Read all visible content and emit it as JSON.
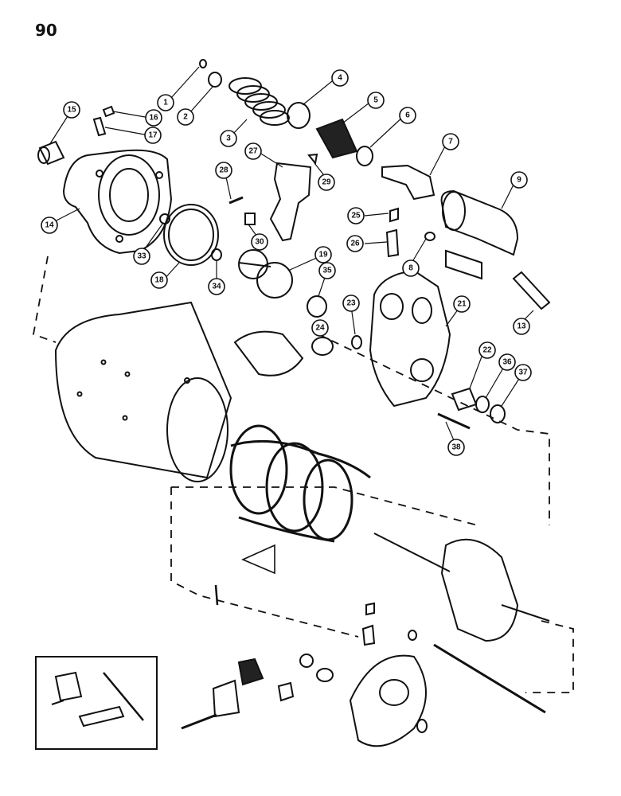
{
  "page_number": "90",
  "callouts": [
    "1",
    "2",
    "3",
    "4",
    "5",
    "6",
    "7",
    "9",
    "8",
    "13",
    "14",
    "15",
    "16",
    "17",
    "18",
    "19",
    "21",
    "22",
    "23",
    "24",
    "25",
    "26",
    "27",
    "28",
    "29",
    "30",
    "33",
    "34",
    "35",
    "36",
    "37",
    "38"
  ]
}
